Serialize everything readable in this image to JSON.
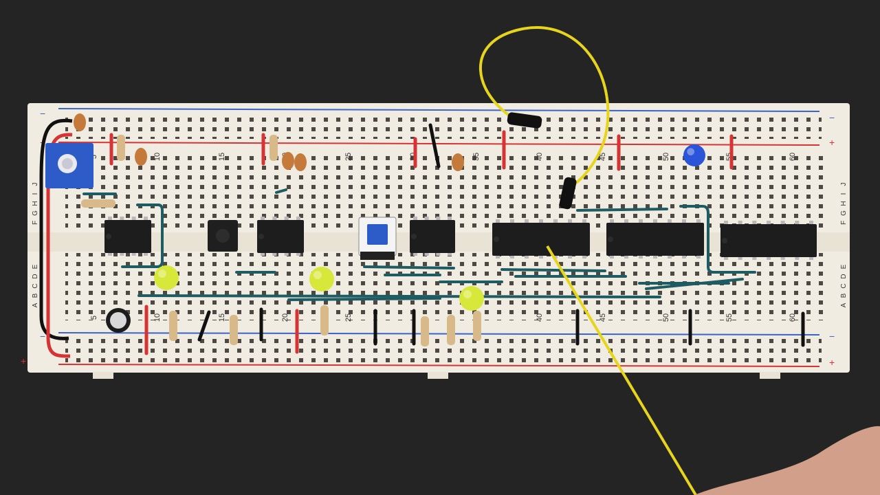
{
  "scene": {
    "description_label": "",
    "board": {
      "column_numbers_top": [
        "5",
        "10",
        "15",
        "20",
        "25",
        "30",
        "35",
        "40",
        "45",
        "50",
        "55",
        "60"
      ],
      "column_numbers_bottom": [
        "5",
        "10",
        "15",
        "20",
        "25",
        "40",
        "45",
        "50",
        "55",
        "60"
      ],
      "row_letters_top": [
        "F",
        "G",
        "H",
        "I",
        "J"
      ],
      "row_letters_bottom": [
        "A",
        "B",
        "C",
        "D",
        "E"
      ],
      "rail_minus": "−",
      "rail_plus": "+"
    },
    "chips": [
      {
        "id": "555-timer-a",
        "pins": 8
      },
      {
        "id": "555-timer-b",
        "pins": 8
      },
      {
        "id": "555-timer-c",
        "pins": 8
      },
      {
        "id": "logic-ic-a",
        "pins": 14
      },
      {
        "id": "logic-ic-b",
        "pins": 14
      },
      {
        "id": "logic-ic-c",
        "pins": 14
      }
    ],
    "leds": [
      {
        "color": "#d7e83a"
      },
      {
        "color": "#d7e83a"
      },
      {
        "color": "#d7e83a"
      },
      {
        "color": "#2b55d8"
      }
    ],
    "colors": {
      "background": "#242424",
      "board": "#f1ece1",
      "red_rail": "#d63434",
      "blue_rail": "#3a64c8",
      "jumper_teal": "#1e5c63",
      "yellow_wire": "#e7d51c",
      "trimmer_blue": "#2d5cc8"
    }
  }
}
